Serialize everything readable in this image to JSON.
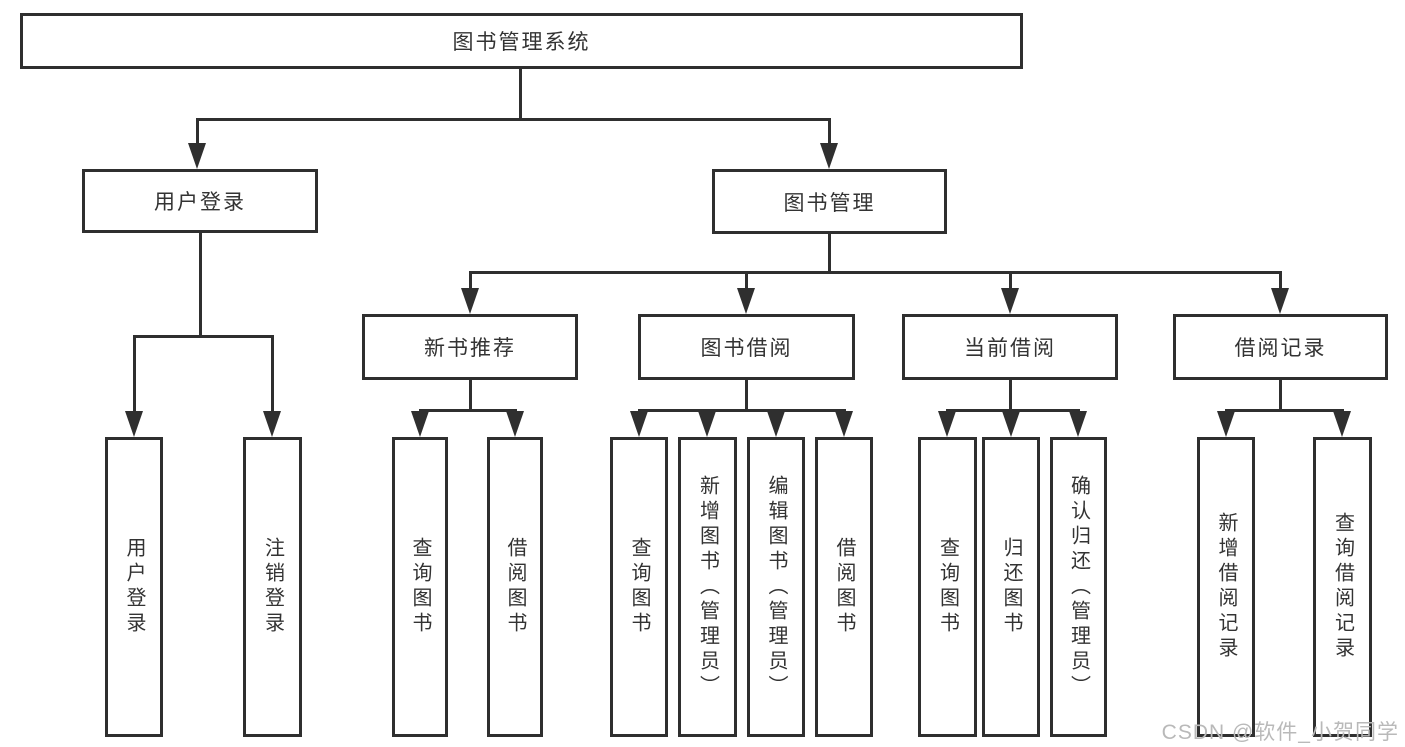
{
  "colors": {
    "line": "#2f2f2f",
    "box_bg": "#ffffff",
    "text": "#333333",
    "watermark": "#b9b9b9"
  },
  "tree": {
    "label": "图书管理系统",
    "children": [
      {
        "label": "用户登录",
        "children": [
          {
            "label": "用户登录"
          },
          {
            "label": "注销登录"
          }
        ]
      },
      {
        "label": "图书管理",
        "children": [
          {
            "label": "新书推荐",
            "children": [
              {
                "label": "查询图书"
              },
              {
                "label": "借阅图书"
              }
            ]
          },
          {
            "label": "图书借阅",
            "children": [
              {
                "label": "查询图书"
              },
              {
                "label": "新增图书（管理员）"
              },
              {
                "label": "编辑图书（管理员）"
              },
              {
                "label": "借阅图书"
              }
            ]
          },
          {
            "label": "当前借阅",
            "children": [
              {
                "label": "查询图书"
              },
              {
                "label": "归还图书"
              },
              {
                "label": "确认归还（管理员）"
              }
            ]
          },
          {
            "label": "借阅记录",
            "children": [
              {
                "label": "新增借阅记录"
              },
              {
                "label": "查询借阅记录"
              }
            ]
          }
        ]
      }
    ]
  },
  "watermark": "CSDN @软件_小贺同学"
}
